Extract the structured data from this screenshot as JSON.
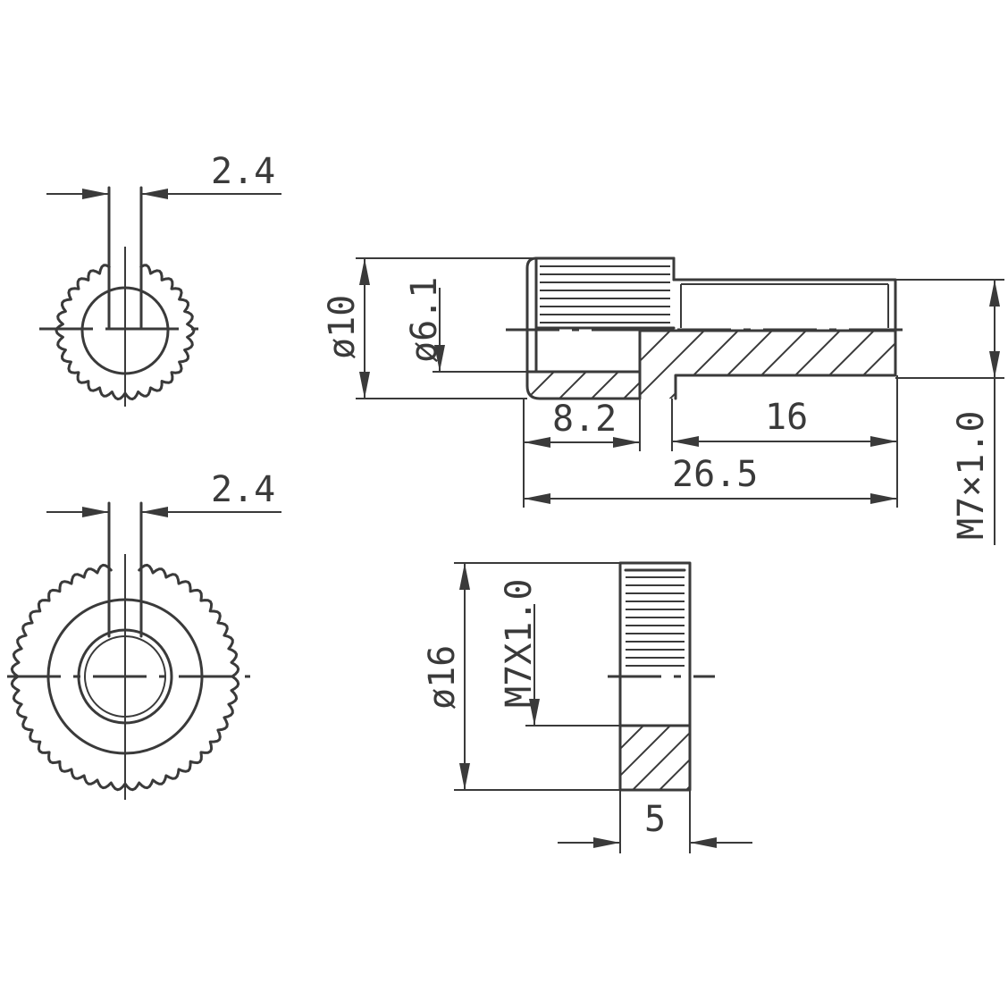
{
  "drawing": {
    "dimensions": {
      "top_left_slot_width": "2.4",
      "bottom_left_slot_width": "2.4",
      "screw_head_diameter": "ø10",
      "screw_bore_diameter": "ø6.1",
      "screw_head_length": "8.2",
      "screw_shaft_length": "16",
      "screw_total_length": "26.5",
      "screw_thread": "M7×1.0",
      "nut_diameter": "ø16",
      "nut_thread": "M7X1.0",
      "nut_thickness": "5"
    },
    "colors": {
      "line": "#3a3a3a",
      "background": "#ffffff"
    }
  }
}
